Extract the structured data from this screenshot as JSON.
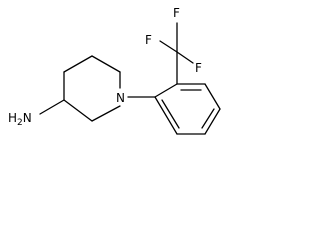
{
  "molecule": {
    "atoms": {
      "amine": {
        "symbol": "H",
        "subscript": "2",
        "element": "N"
      },
      "ring_nitrogen": {
        "symbol": "N"
      },
      "fluorine_1": {
        "symbol": "F"
      },
      "fluorine_2": {
        "symbol": "F"
      },
      "fluorine_3": {
        "symbol": "F"
      }
    }
  }
}
